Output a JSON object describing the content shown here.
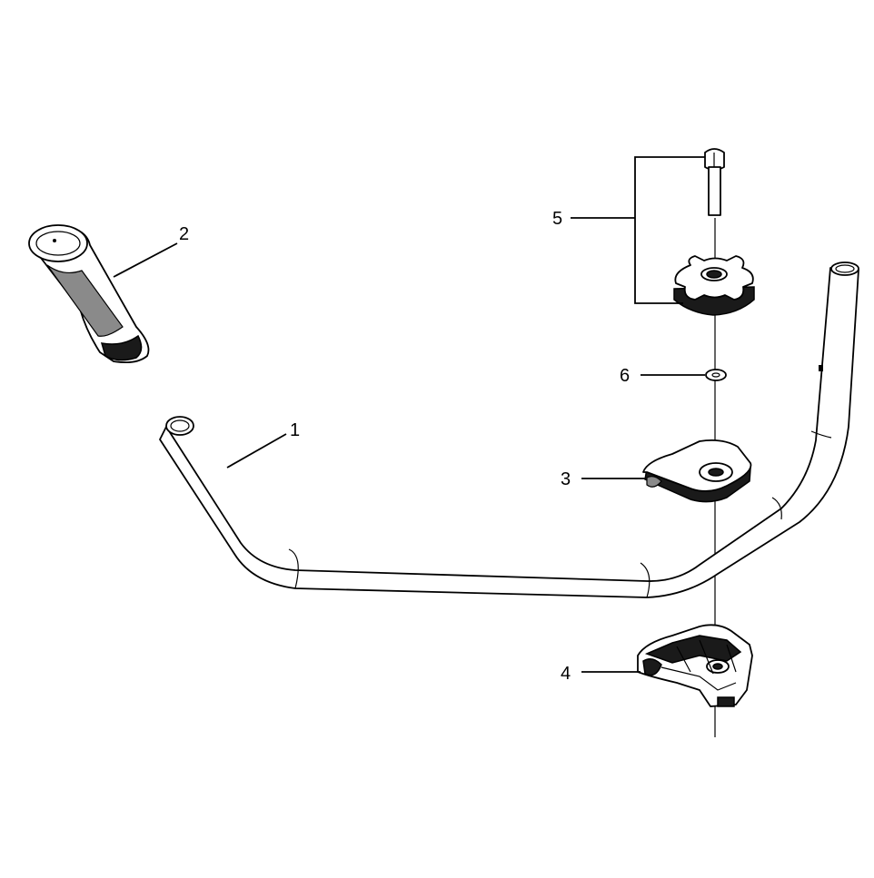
{
  "callouts": {
    "handlebar": "1",
    "grip": "2",
    "upper_clamp": "3",
    "lower_clamp": "4",
    "bolt_knob_kit": "5",
    "washer": "6"
  }
}
